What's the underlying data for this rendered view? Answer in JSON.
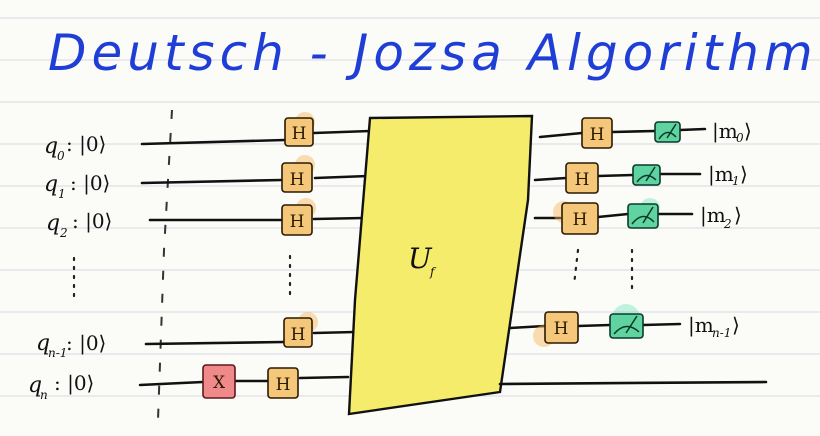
{
  "title": "Deutsch - Jozsa   Algorithm.",
  "oracle_label": "U",
  "oracle_subscript": "f",
  "qubits": [
    {
      "name": "q",
      "sub": "0",
      "init": ": |0⟩"
    },
    {
      "name": "q",
      "sub": "1",
      "init": ": |0⟩"
    },
    {
      "name": "q",
      "sub": "2",
      "init": ": |0⟩"
    },
    {
      "name": "q",
      "sub": "n-1",
      "init": ": |0⟩"
    },
    {
      "name": "q",
      "sub": "n",
      "init": ": |0⟩"
    }
  ],
  "gates": {
    "hadamard": "H",
    "pauli_x": "X"
  },
  "outputs": [
    {
      "label": "|m",
      "sub": "0",
      "close": "⟩"
    },
    {
      "label": "|m",
      "sub": "1",
      "close": "⟩"
    },
    {
      "label": "|m",
      "sub": "2",
      "close": "⟩"
    },
    {
      "label": "|m",
      "sub": "n-1",
      "close": "⟩"
    }
  ],
  "icons": [
    "meter-icon"
  ],
  "colors": {
    "title": "#1f3ed6",
    "hadamard": "#f5c77a",
    "measure": "#5fd3a0",
    "pauli_x": "#f08a8a",
    "oracle": "#f4ec6a"
  }
}
